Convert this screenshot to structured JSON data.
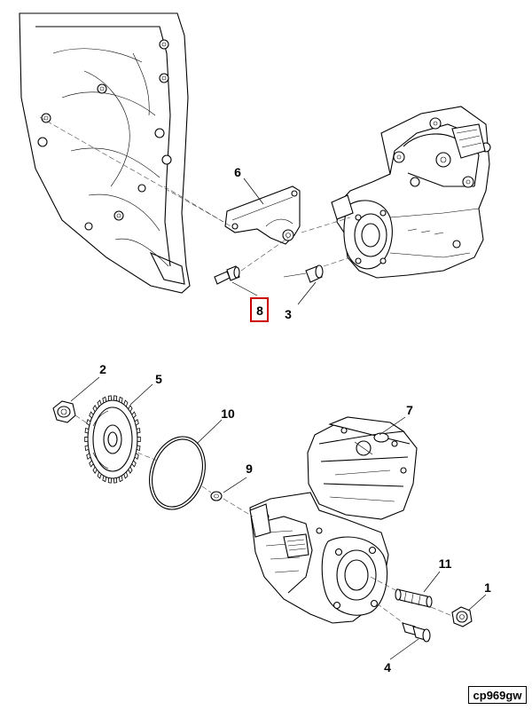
{
  "callouts": {
    "c1": "1",
    "c2": "2",
    "c3": "3",
    "c4": "4",
    "c5": "5",
    "c6": "6",
    "c7": "7",
    "c8": "8",
    "c9": "9",
    "c10": "10",
    "c11": "11"
  },
  "highlighted_callout": "8",
  "highlight_color": "#cc0000",
  "figure_code": "cp969gw"
}
